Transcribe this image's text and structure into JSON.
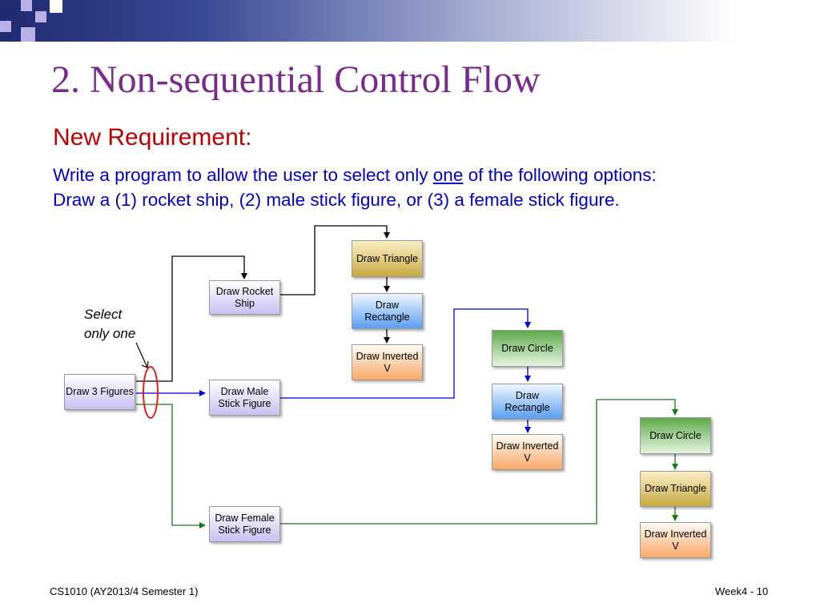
{
  "slide": {
    "title": "2. Non-sequential Control Flow",
    "requirement_heading": "New Requirement:",
    "body_line1_before": "Write a program to allow the user to select only ",
    "body_line1_underlined": "one",
    "body_line1_after": " of the following options:",
    "body_line2": "Draw a (1) rocket ship, (2) male stick figure, or (3) a female stick figure."
  },
  "annotation": {
    "line1": "Select",
    "line2": "only one"
  },
  "diagram": {
    "start": "Draw 3 Figures",
    "options": {
      "rocket": "Draw Rocket Ship",
      "male": "Draw Male Stick Figure",
      "female": "Draw Female Stick Figure"
    },
    "rocket_steps": [
      "Draw Triangle",
      "Draw Rectangle",
      "Draw Inverted V"
    ],
    "male_steps": [
      "Draw Circle",
      "Draw Rectangle",
      "Draw Inverted V"
    ],
    "female_steps": [
      "Draw Circle",
      "Draw Triangle",
      "Draw Inverted V"
    ]
  },
  "colors": {
    "title": "#7a2a8c",
    "heading": "#c00000",
    "body_text": "#0000cc",
    "selector_oval": "#e02020",
    "rocket_connector": "#000000",
    "male_connector": "#0000cc",
    "female_connector": "#1a7a1a"
  },
  "footer": {
    "course": "CS1010 (AY2013/4 Semester 1)",
    "page": "Week4 - 10"
  }
}
